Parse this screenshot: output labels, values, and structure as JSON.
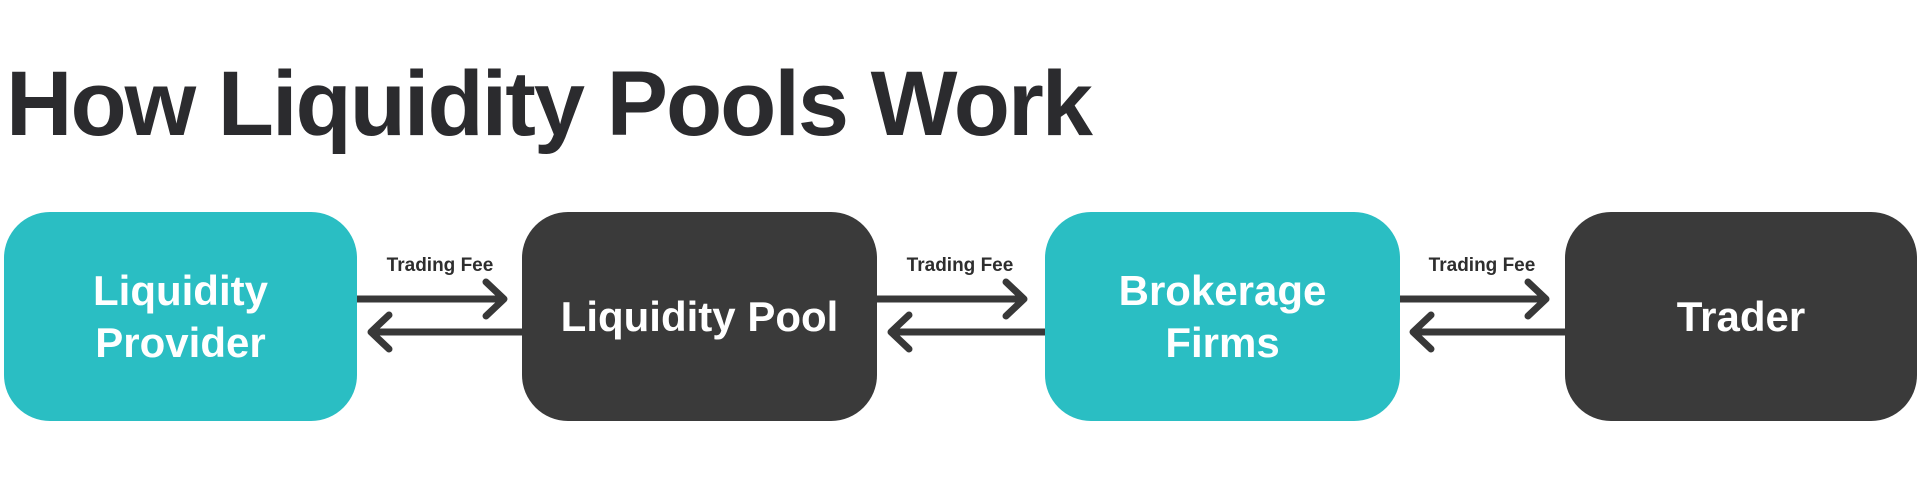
{
  "title": "How Liquidity Pools Work",
  "colors": {
    "teal": "#2ABEC3",
    "dark": "#3A3A3A",
    "arrow": "#383838",
    "title_text": "#2B2B2E",
    "fee_label_text": "#2E2E2E",
    "node_text": "#FFFFFF",
    "background": "#FFFFFF"
  },
  "diagram": {
    "nodes": [
      {
        "label": "Liquidity Provider",
        "color": "teal"
      },
      {
        "label": "Liquidity Pool",
        "color": "dark"
      },
      {
        "label": "Brokerage Firms",
        "color": "teal"
      },
      {
        "label": "Trader",
        "color": "dark"
      }
    ],
    "connectors": [
      {
        "label": "Trading Fee",
        "direction": "bidirectional"
      },
      {
        "label": "Trading Fee",
        "direction": "bidirectional"
      },
      {
        "label": "Trading Fee",
        "direction": "bidirectional"
      }
    ]
  }
}
